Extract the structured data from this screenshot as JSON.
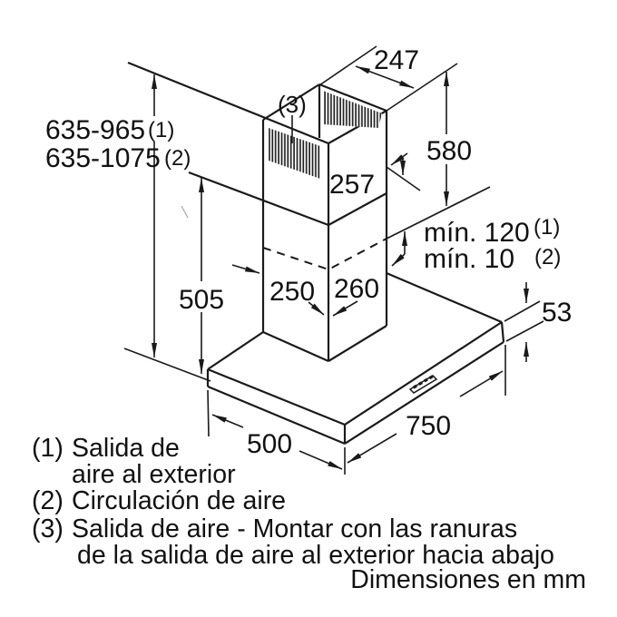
{
  "meta": {
    "type": "appliance-installation-diagram",
    "subject": "wall-mounted-chimney-cooker-hood",
    "units_note": "Dimensiones en mm",
    "colors": {
      "ink": "#1a1a1a",
      "background": "#ffffff"
    }
  },
  "dims": {
    "range1": "635-965",
    "range1_sup": "(1)",
    "range2": "635-1075",
    "range2_sup": "(2)",
    "top_width": "247",
    "flue_height": "580",
    "flue_overlap": "257",
    "min1": "mín. 120",
    "min1_sup": "(1)",
    "min2": "mín. 10",
    "min2_sup": "(2)",
    "wall_height": "505",
    "duct_depth": "250",
    "duct_width": "260",
    "body_height": "53",
    "body_depth": "500",
    "body_width": "750"
  },
  "callout": {
    "label": "(3)"
  },
  "legend": {
    "item1": {
      "num": "(1)",
      "line1": "Salida de",
      "line2": "aire al exterior"
    },
    "item2": {
      "num": "(2)",
      "text": "Circulación de aire"
    },
    "item3": {
      "num": "(3)",
      "line1": "Salida de aire - Montar con las ranuras",
      "line2": "de la salida de aire al exterior hacia abajo"
    },
    "footer": "Dimensiones en mm"
  }
}
